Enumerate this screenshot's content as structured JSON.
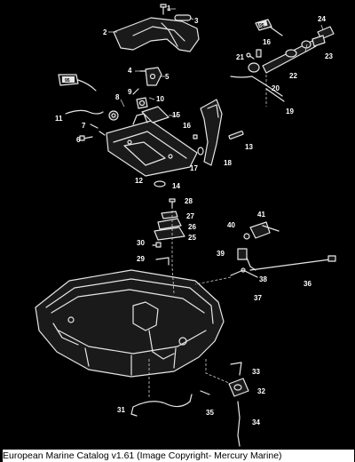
{
  "caption": "European Marine Catalog v1.61 (Image Copyright- Mercury Marine)",
  "grease_tag": "95",
  "callouts": [
    {
      "n": "1"
    },
    {
      "n": "2"
    },
    {
      "n": "3"
    },
    {
      "n": "4"
    },
    {
      "n": "5"
    },
    {
      "n": "6"
    },
    {
      "n": "7"
    },
    {
      "n": "8"
    },
    {
      "n": "9"
    },
    {
      "n": "10"
    },
    {
      "n": "11"
    },
    {
      "n": "12"
    },
    {
      "n": "13"
    },
    {
      "n": "14"
    },
    {
      "n": "15"
    },
    {
      "n": "16"
    },
    {
      "n": "16"
    },
    {
      "n": "17"
    },
    {
      "n": "18"
    },
    {
      "n": "19"
    },
    {
      "n": "20"
    },
    {
      "n": "21"
    },
    {
      "n": "22"
    },
    {
      "n": "23"
    },
    {
      "n": "24"
    },
    {
      "n": "25"
    },
    {
      "n": "26"
    },
    {
      "n": "27"
    },
    {
      "n": "28"
    },
    {
      "n": "29"
    },
    {
      "n": "30"
    },
    {
      "n": "31"
    },
    {
      "n": "32"
    },
    {
      "n": "33"
    },
    {
      "n": "34"
    },
    {
      "n": "35"
    },
    {
      "n": "36"
    },
    {
      "n": "37"
    },
    {
      "n": "38"
    },
    {
      "n": "39"
    },
    {
      "n": "40"
    },
    {
      "n": "41"
    }
  ]
}
